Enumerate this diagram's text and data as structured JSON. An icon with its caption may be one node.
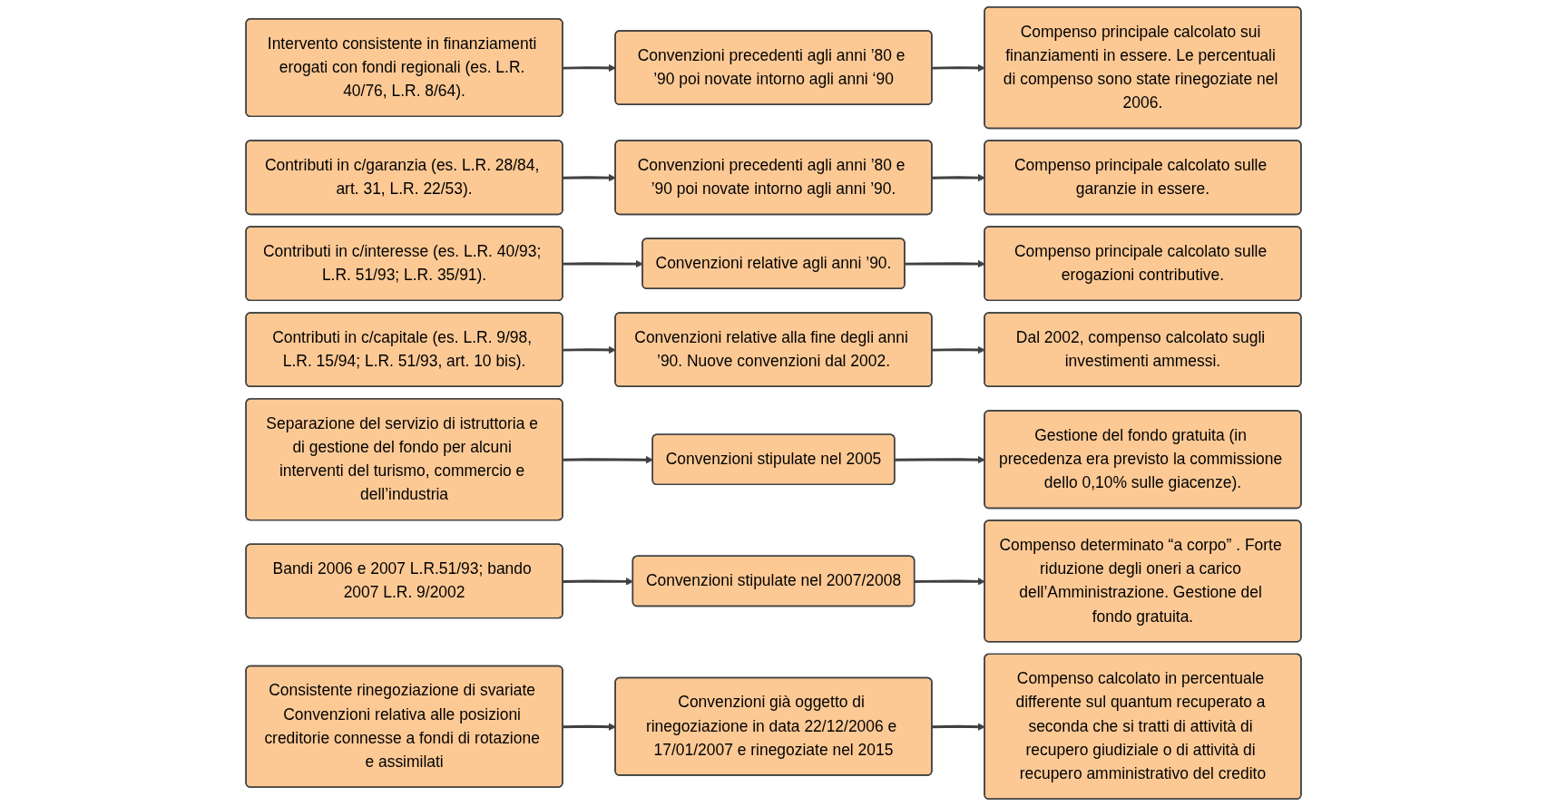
{
  "diagram": {
    "nodes": [
      {
        "text": [
          "Intervento consistente in finanziamenti erogati con fondi regionali (es. L.R. 40/76, L.R. 8/64)."
        ]
      },
      {
        "text": [
          "Convenzioni precedenti agli anni ’80 e ’90 poi novate intorno agli anni ‘90"
        ]
      },
      {
        "text": [
          "Compenso principale calcolato sui finanziamenti in essere. Le percentuali di compenso sono state rinegoziate nel 2006."
        ]
      },
      {
        "text": [
          "Contributi in c/garanzia (es. L.R. 28/84, art. 31, L.R. 22/53)."
        ]
      },
      {
        "text": [
          "Convenzioni precedenti agli anni ’80 e ’90 poi novate intorno agli anni ’90."
        ]
      },
      {
        "text": [
          "Compenso principale calcolato sulle garanzie in essere."
        ]
      },
      {
        "text": [
          "Contributi in c/interesse (es. L.R. 40/93; L.R. 51/93; L.R. 35/91)."
        ]
      },
      {
        "text": [
          "Convenzioni relative agli anni ’90."
        ]
      },
      {
        "text": [
          "Compenso principale calcolato sulle erogazioni contributive."
        ]
      },
      {
        "text": [
          "Contributi in c/capitale (es. L.R. 9/98, L.R. 15/94; L.R. 51/93, art. 10 bis)."
        ]
      },
      {
        "text": [
          "Convenzioni relative alla fine degli anni ’90. Nuove convenzioni dal 2002."
        ]
      },
      {
        "text": [
          "Dal 2002, compenso calcolato sugli investimenti ammessi."
        ]
      },
      {
        "text": [
          "Separazione del servizio di istruttoria e di gestione del fondo per alcuni interventi del turismo, commercio e dell’industria"
        ]
      },
      {
        "text": [
          "Convenzioni stipulate nel 2005"
        ]
      },
      {
        "text": [
          "Gestione del fondo gratuita (in precedenza era previsto la commissione dello 0,10% sulle giacenze)."
        ]
      },
      {
        "text": [
          "Bandi 2006 e 2007 L.R.51/93; bando 2007 L.R. 9/2002"
        ]
      },
      {
        "text": [
          "Convenzioni stipulate nel 2007/2008"
        ]
      },
      {
        "text": [
          "Compenso determinato “a corpo” . Forte riduzione degli oneri a carico dell’Amministrazione. Gestione del fondo gratuita."
        ]
      },
      {
        "text": [
          "Consistente rinegoziazione di svariate Convenzioni relativa alle posizioni creditorie connesse a fondi di rotazione e assimilati"
        ]
      },
      {
        "text": [
          "Convenzioni già oggetto di rinegoziazione in data 22/12/2006 e 17/01/2007 e rinegoziate nel 2015"
        ]
      },
      {
        "text": [
          "Compenso calcolato in percentuale differente sul quantum recuperato a seconda che si tratti di attività di recupero giudiziale o di attività di recupero amministrativo del credito"
        ]
      }
    ],
    "edges": [
      {
        "from": 0,
        "to": 1,
        "arrow": "to"
      },
      {
        "from": 1,
        "to": 2,
        "arrow": "to"
      },
      {
        "from": 3,
        "to": 4,
        "arrow": "to"
      },
      {
        "from": 4,
        "to": 5,
        "arrow": "to"
      },
      {
        "from": 6,
        "to": 7,
        "arrow": "to"
      },
      {
        "from": 7,
        "to": 8,
        "arrow": "to"
      },
      {
        "from": 9,
        "to": 10,
        "arrow": "to"
      },
      {
        "from": 10,
        "to": 11,
        "arrow": "to"
      },
      {
        "from": 12,
        "to": 13,
        "arrow": "to"
      },
      {
        "from": 13,
        "to": 14,
        "arrow": "to"
      },
      {
        "from": 15,
        "to": 16,
        "arrow": "to"
      },
      {
        "from": 16,
        "to": 17,
        "arrow": "to"
      },
      {
        "from": 18,
        "to": 19,
        "arrow": "to"
      },
      {
        "from": 19,
        "to": 20,
        "arrow": "to"
      }
    ]
  }
}
